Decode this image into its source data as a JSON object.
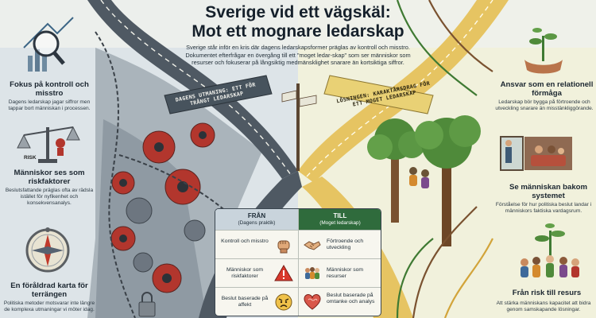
{
  "header": {
    "title_line1": "Sverige vid ett vägskäl:",
    "title_line2": "Mot ett mognare ledarskap",
    "intro": "Sverige står inför en kris där dagens ledarskapsformer präglas av kontroll och misstro. Dokumentet efterfrågar en övergång till ett \"moget ledar-skap\" som ser människor som resurser och fokuserar på långsiktig medmänsklighet snarare än kortsiktiga siffror."
  },
  "signs": {
    "left": "DAGENS UTMANING: ETT FÖR TRÅNGT LEDARSKAP",
    "right": "LÖSNINGEN: KARAKTÄRSDRAG FÖR ETT MOGET LEDARSKAP"
  },
  "left_panel": [
    {
      "heading": "Fokus på kontroll och misstro",
      "text": "Dagens ledarskap jagar siffror men tappar bort människan i processen.",
      "icon": "magnifier-chart-icon"
    },
    {
      "heading": "Människor ses som riskfaktorer",
      "text": "Beslutsfattande präglas ofta av rädsla istället för nyfikenhet och konsekvensanalys.",
      "icon": "risk-scale-icon",
      "icon_label": "RISK"
    },
    {
      "heading": "En föråldrad karta för terrängen",
      "text": "Politiska metoder motsvarar inte längre de komplexa utmaningar vi möter idag.",
      "icon": "compass-icon"
    }
  ],
  "right_panel": [
    {
      "heading": "Ansvar som en relationell förmåga",
      "text": "Ledarskap bör bygga på förtroende och utveckling snarare än misstänkliggörande.",
      "icon": "hands-plant-icon"
    },
    {
      "heading": "Se människan bakom systemet",
      "text": "Förståelse för hur politiska beslut landar i människors faktiska vardagsrum.",
      "icon": "window-family-icon"
    },
    {
      "heading": "Från risk till resurs",
      "text": "Att stärka människans kapacitet att bidra genom samskapande lösningar.",
      "icon": "people-sprout-icon"
    }
  ],
  "comparison": {
    "from_title": "FRÅN",
    "from_sub": "(Dagens praktik)",
    "to_title": "TILL",
    "to_sub": "(Moget ledarskap)",
    "rows": [
      {
        "from": "Kontroll och misstro",
        "from_icon": "fist-icon",
        "to": "Förtroende och utveckling",
        "to_icon": "handshake-icon"
      },
      {
        "from": "Människor som riskfaktorer",
        "from_icon": "warning-icon",
        "to": "Människor som resurser",
        "to_icon": "people-icon"
      },
      {
        "from": "Beslut baserade på affekt",
        "from_icon": "angry-face-icon",
        "to": "Beslut baserade på omtanke och analys",
        "to_icon": "heart-brain-icon"
      }
    ]
  },
  "colors": {
    "left_bg": "#d9e1e6",
    "right_bg": "#eef0d9",
    "road_left": "#5a6570",
    "road_right": "#e6c462",
    "gear_red": "#b2362d",
    "tree_green": "#4f8a3a",
    "to_header": "#2f6b3c"
  }
}
